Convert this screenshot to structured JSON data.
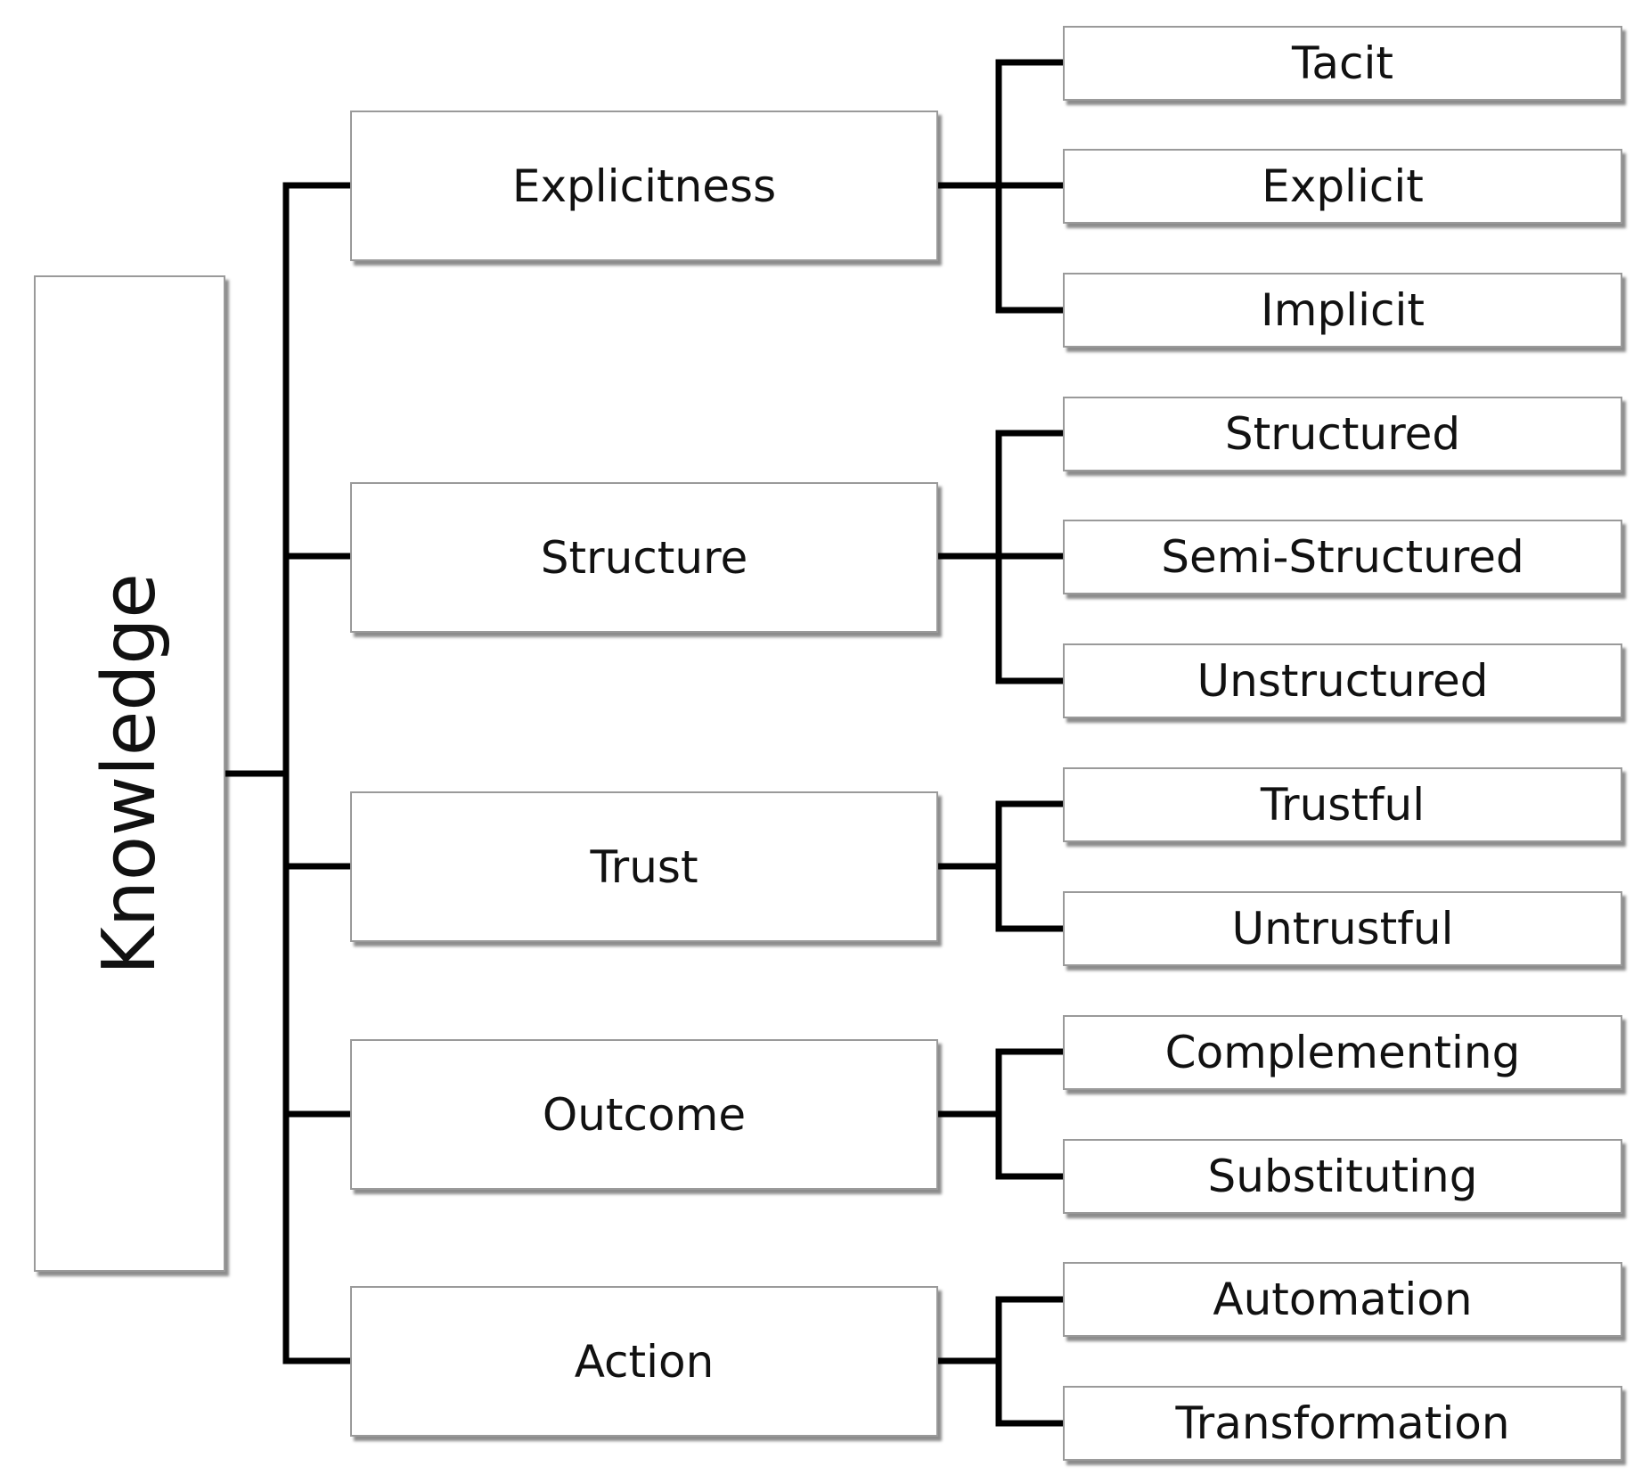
{
  "root": {
    "label": "Knowledge"
  },
  "dimensions": [
    {
      "label": "Explicitness",
      "children": [
        "Tacit",
        "Explicit",
        "Implicit"
      ]
    },
    {
      "label": "Structure",
      "children": [
        "Structured",
        "Semi-Structured",
        "Unstructured"
      ]
    },
    {
      "label": "Trust",
      "children": [
        "Trustful",
        "Untrustful"
      ]
    },
    {
      "label": "Outcome",
      "children": [
        "Complementing",
        "Substituting"
      ]
    },
    {
      "label": "Action",
      "children": [
        "Automation",
        "Transformation"
      ]
    }
  ]
}
